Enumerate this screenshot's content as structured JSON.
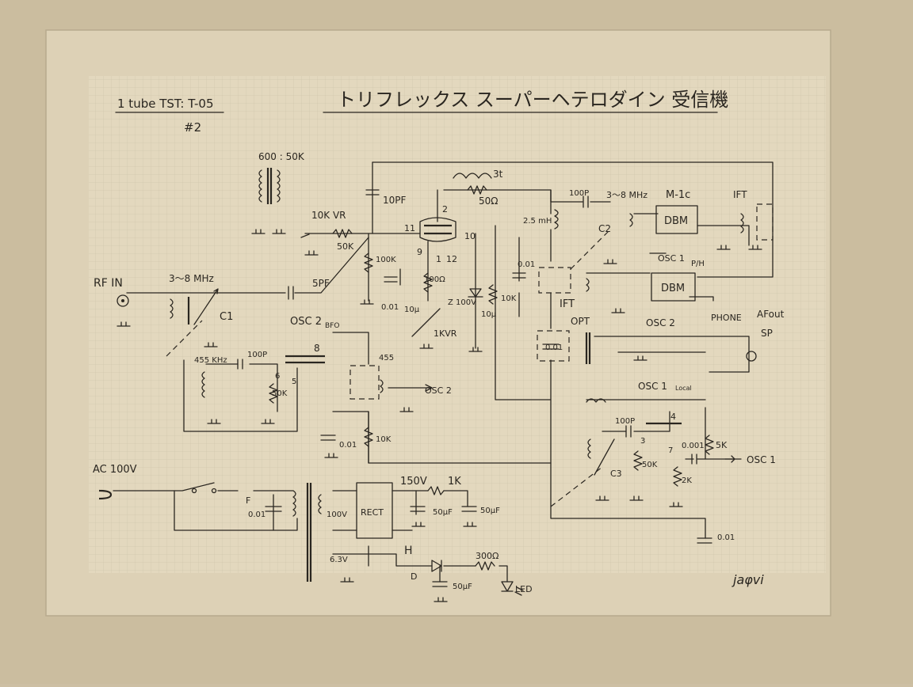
{
  "sheet": {
    "header_left_line1": "1 tube TST: T-05",
    "header_left_line2": "#2",
    "title": "トリフレックス スーパーヘテロダイン 受信機",
    "signature": "jaφvi"
  },
  "labels": {
    "rf_in": "RF IN",
    "band1": "3～8 MHz",
    "c1": "C1",
    "pf5": "5PF",
    "pf10": "10PF",
    "xfmr": "600 : 50K",
    "vr10k": "10K VR",
    "r50k": "50K",
    "r100k": "100K",
    "pin11": "11",
    "pin2": "2",
    "pin10": "10",
    "pin9": "9",
    "pin1": "1",
    "pin12": "12",
    "r100ohm": "100Ω",
    "c001a": "0.01",
    "c10u_a": "10μ",
    "zener": "Z 100V",
    "vr1k": "1KVR",
    "c10u_b": "10μ",
    "r10k_a": "10K",
    "c001b": "0.01",
    "coil3t": "3t",
    "r50ohm": "50Ω",
    "l25mh": "2.5 mH",
    "c100p_a": "100P",
    "band2": "3～8 MHz",
    "c2": "C2",
    "m1c": "M-1c",
    "dbm1": "DBM",
    "osc1_label": "OSC 1",
    "ift_top": "IFT",
    "ift_mid": "IFT",
    "dbm2": "DBM",
    "osc2_label": "OSC 2",
    "ph_marker": "P/H",
    "opt": "OPT",
    "c001c": "0.01",
    "phone": "PHONE",
    "afout": "AFout",
    "sp": "SP",
    "osc2_bfo": "OSC 2",
    "bfo": "BFO",
    "khz455": "455 KHz",
    "c100p_b": "100P",
    "pin8": "8",
    "pin6": "6",
    "pin5": "5",
    "r50k_b": "50K",
    "ifcoil455": "455",
    "osc2_out": "OSC 2",
    "c001d": "0.01",
    "r10k_b": "10K",
    "osc1_local": "OSC 1",
    "local": "Local",
    "pin4": "4",
    "pin3": "3",
    "pin7": "7",
    "c100p_c": "100P",
    "c001e": "0.001",
    "r5k": "5K",
    "osc1_out": "OSC 1",
    "c3": "C3",
    "r50k_c": "50K",
    "r2k": "2K",
    "c001f": "0.01",
    "ac100v": "AC 100V",
    "fuse": "F",
    "c001g": "0.01",
    "v100": "100V",
    "rect": "RECT",
    "v150": "150V",
    "r1k": "1K",
    "c50u_a": "50μF",
    "c50u_b": "50μF",
    "v63": "6.3V",
    "heater": "H",
    "diode": "D",
    "r300": "300Ω",
    "c50u_c": "50μF",
    "led": "LED"
  }
}
